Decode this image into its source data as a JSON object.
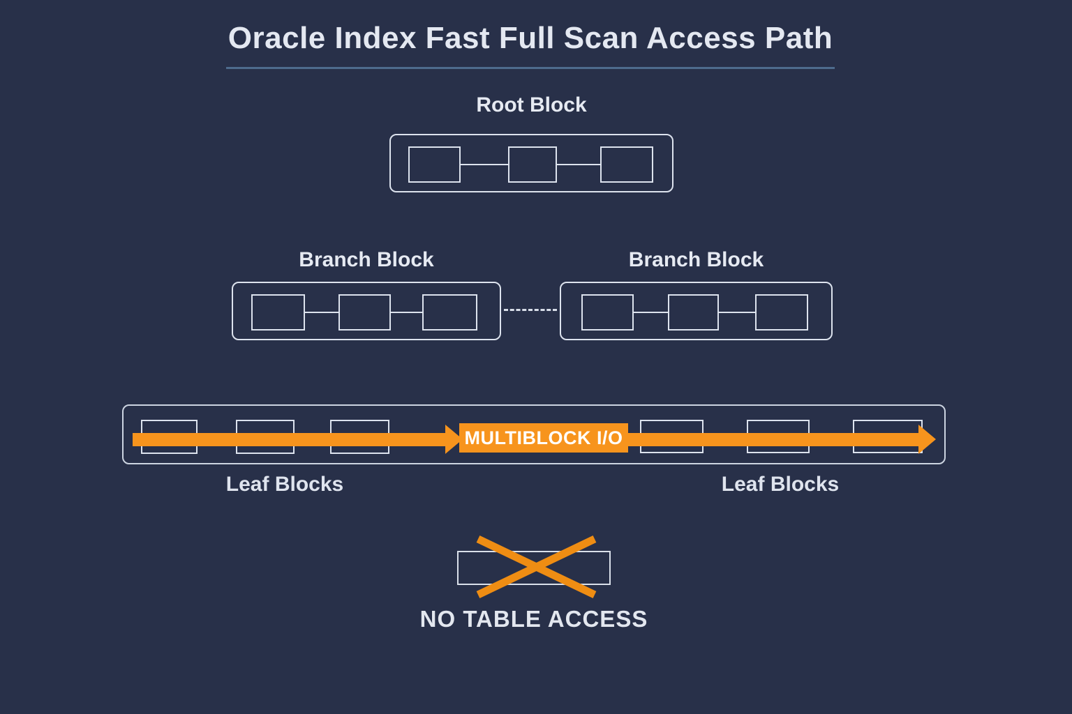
{
  "title": "Oracle Index Fast Full Scan Access Path",
  "diagram": {
    "root": {
      "label": "Root Block",
      "cell_count": 3
    },
    "branches": {
      "left_label": "Branch Block",
      "right_label": "Branch Block",
      "cell_count_each": 3,
      "linked_by": "dashed-line"
    },
    "leaf": {
      "left_label": "Leaf Blocks",
      "right_label": "Leaf Blocks",
      "multiblock_io_label": "MULTIBLOCK I/O",
      "left_cell_count": 3,
      "right_cell_count": 3
    },
    "table": {
      "label": "NO TABLE ACCESS",
      "crossed_out": true
    }
  },
  "colors": {
    "background": "#283049",
    "outline": "#DDE3EE",
    "accent_orange": "#F7941D",
    "title_underline": "#4E6B8D",
    "text_light": "#E4E8F1"
  }
}
